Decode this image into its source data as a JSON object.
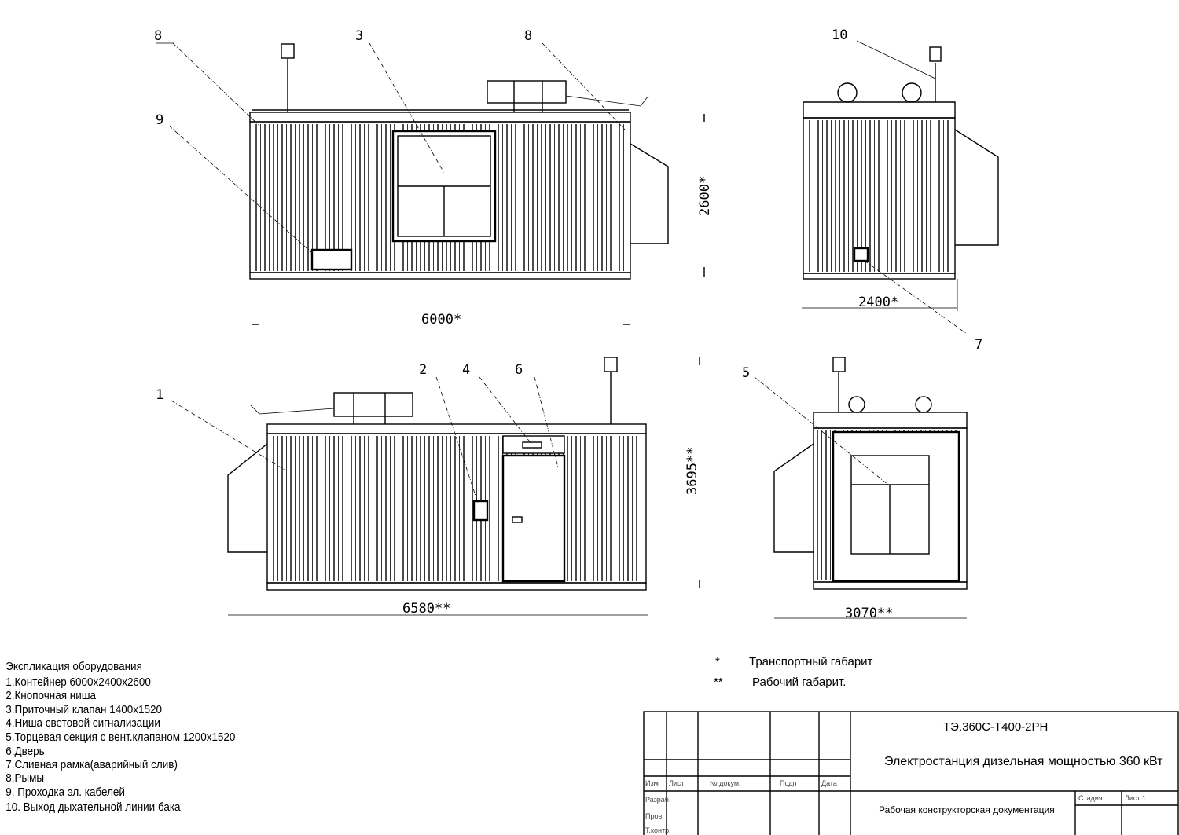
{
  "views": {
    "side_top": {
      "dimension": "6000*",
      "callouts": [
        "8",
        "3",
        "8",
        "9"
      ]
    },
    "end_top": {
      "dimension_width": "2400*",
      "dimension_height": "2600*",
      "callouts": [
        "10",
        "7"
      ]
    },
    "side_bottom": {
      "dimension": "6580**",
      "callouts": [
        "1",
        "2",
        "4",
        "6"
      ]
    },
    "end_bottom": {
      "dimension_width": "3070**",
      "dimension_height": "3695**",
      "callouts": [
        "5"
      ]
    }
  },
  "legend": {
    "title": "Экспликация оборудования",
    "items": [
      "1.Контейнер 6000x2400x2600",
      "2.Кнопочная ниша",
      "3.Приточный клапан 1400x1520",
      "4.Ниша световой сигнализации",
      "5.Торцевая секция с вент.клапаном 1200x1520",
      "6.Дверь",
      "7.Сливная  рамка(аварийный слив)",
      "8.Рымы",
      "9. Проходка эл. кабелей",
      "10. Выход дыхательной линии бака"
    ]
  },
  "notes": [
    {
      "mark": "*",
      "text": "Транспортный габарит"
    },
    {
      "mark": "**",
      "text": "Рабочий габарит."
    }
  ],
  "title_block": {
    "code": "ТЭ.360С-Т400-2РН",
    "name": "Электростанция дизельная мощностью 360 кВт",
    "doc_type": "Рабочая конструкторская документация",
    "headers": [
      "Изм",
      "Лист",
      "№ докум.",
      "Подп",
      "Дата"
    ],
    "roles": [
      "Разраб.",
      "Пров.",
      "Т.контр."
    ],
    "stage_label": "Стадия",
    "sheet_label": "Лист 1"
  }
}
